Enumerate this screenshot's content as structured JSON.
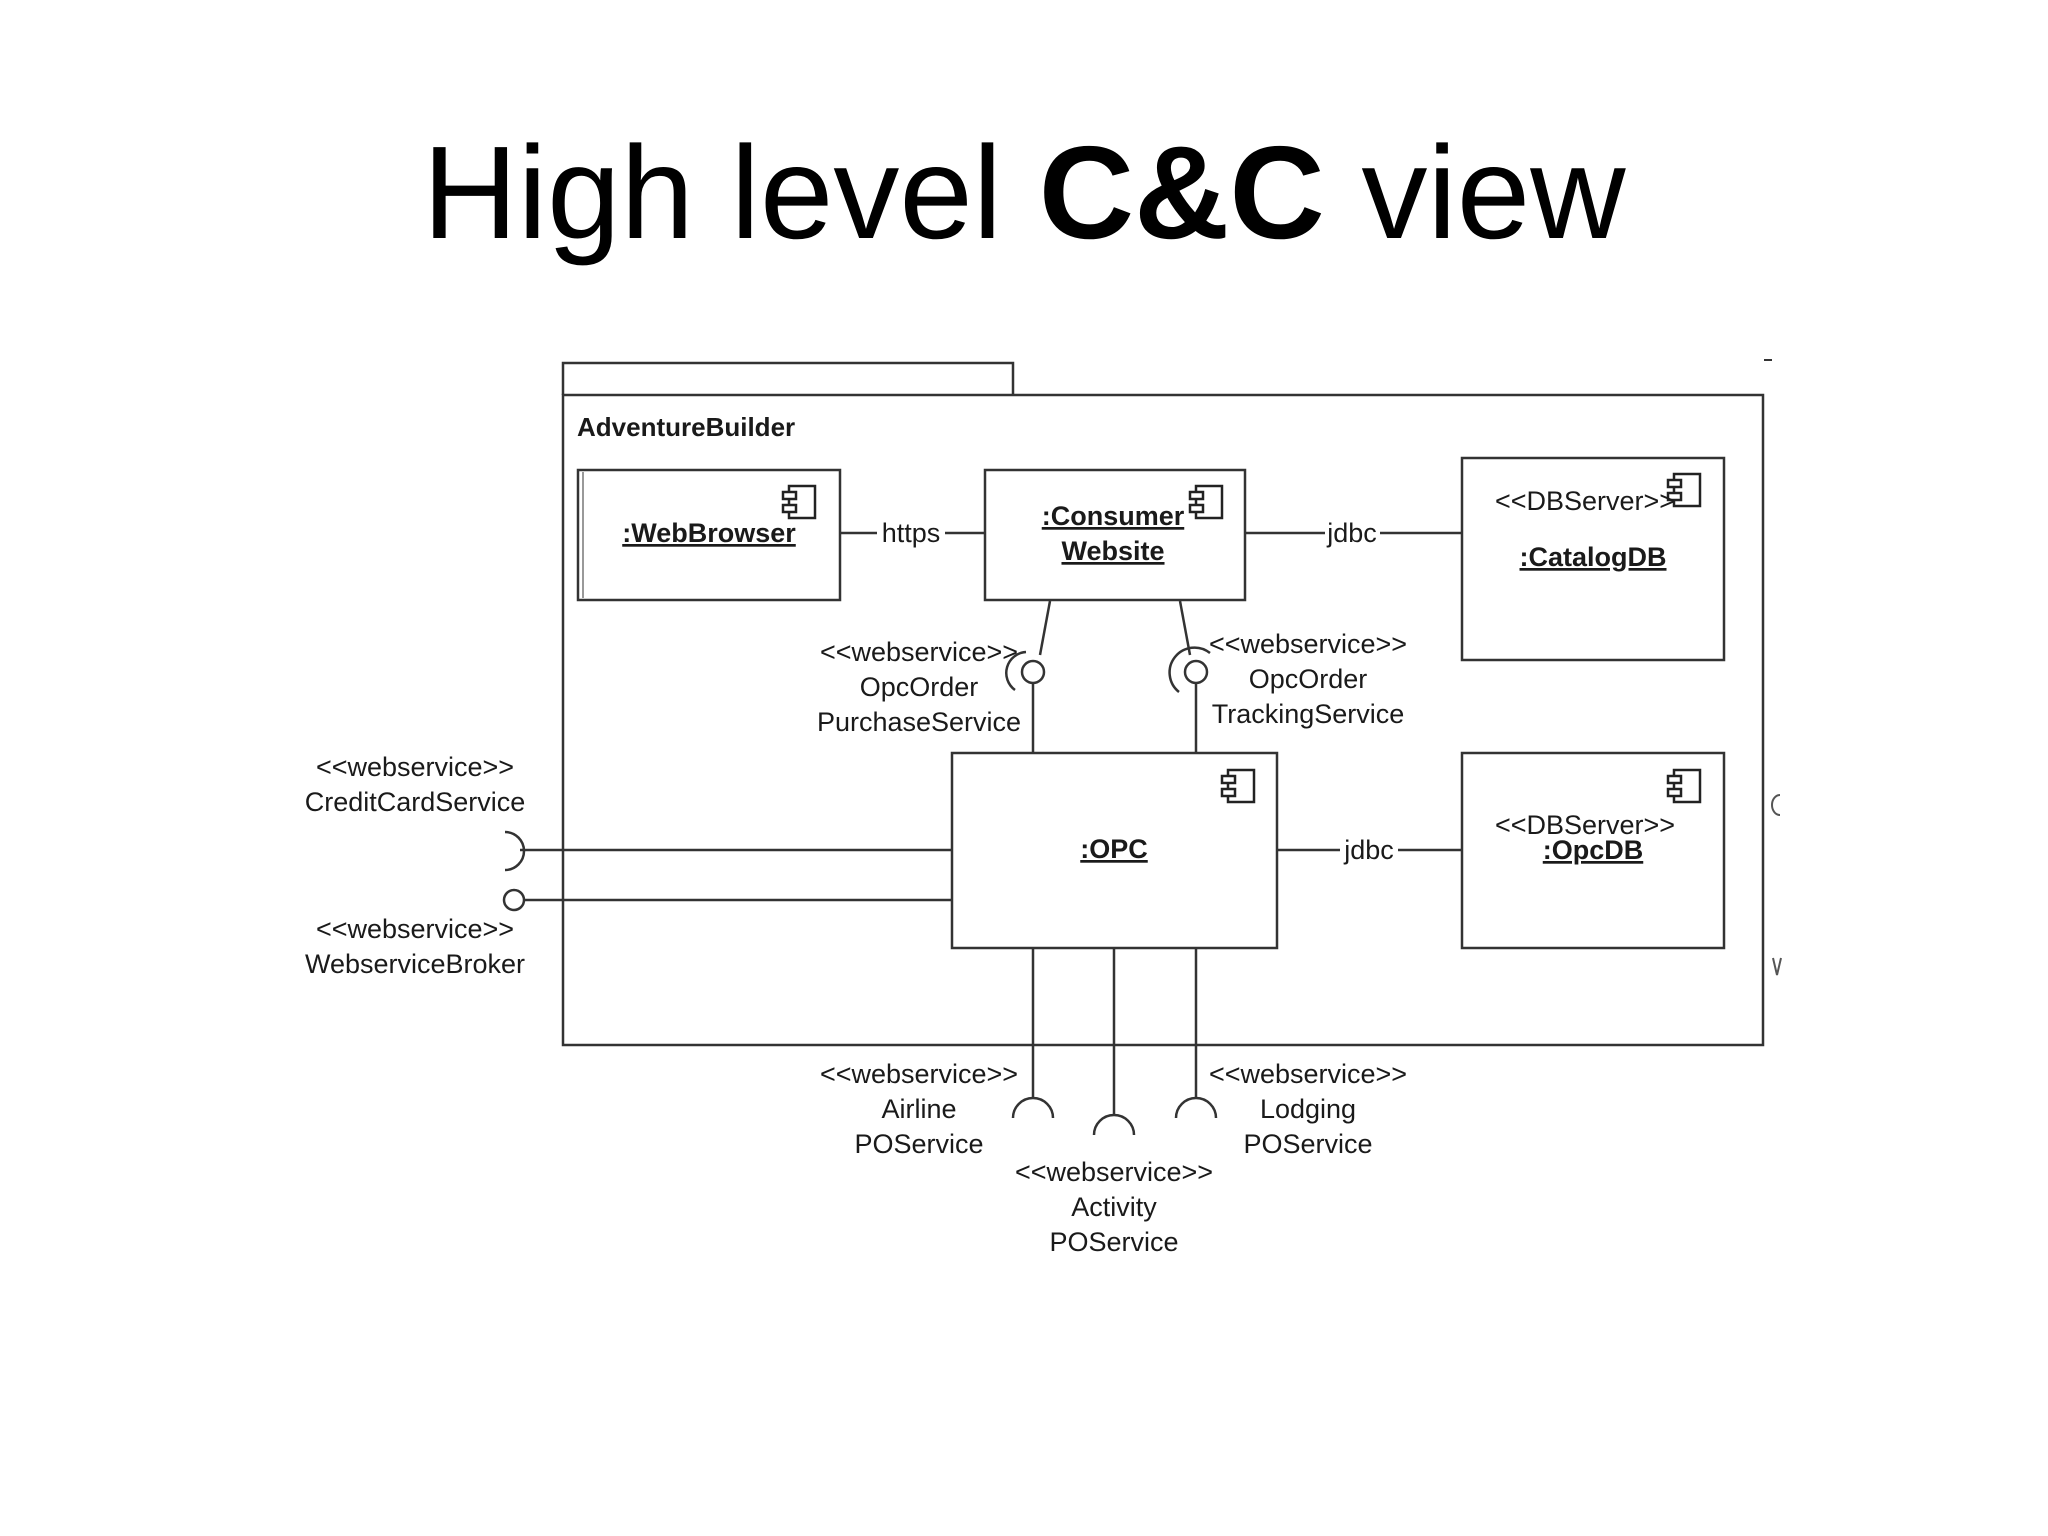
{
  "title": {
    "prefix": "High level ",
    "bold": "C&C",
    "suffix": " view"
  },
  "package": {
    "name": "AdventureBuilder"
  },
  "components": {
    "web_browser": ":WebBrowser",
    "consumer_website_line1": ":Consumer",
    "consumer_website_line2": "Website",
    "catalog_db_stereo": "<<DBServer>>",
    "catalog_db": ":CatalogDB",
    "opc": ":OPC",
    "opc_db_stereo": "<<DBServer>>",
    "opc_db": ":OpcDB"
  },
  "connectors": {
    "https": "https",
    "jdbc_catalog": "jdbc",
    "jdbc_opc": "jdbc"
  },
  "interfaces": {
    "purchase": {
      "stereo": "<<webservice>>",
      "line1": "OpcOrder",
      "line2": "PurchaseService"
    },
    "tracking": {
      "stereo": "<<webservice>>",
      "line1": "OpcOrder",
      "line2": "TrackingService"
    },
    "creditcard": {
      "stereo": "<<webservice>>",
      "line1": "CreditCardService"
    },
    "broker": {
      "stereo": "<<webservice>>",
      "line1": "WebserviceBroker"
    },
    "airline": {
      "stereo": "<<webservice>>",
      "line1": "Airline",
      "line2": "POService"
    },
    "activity": {
      "stereo": "<<webservice>>",
      "line1": "Activity",
      "line2": "POService"
    },
    "lodging": {
      "stereo": "<<webservice>>",
      "line1": "Lodging",
      "line2": "POService"
    }
  }
}
